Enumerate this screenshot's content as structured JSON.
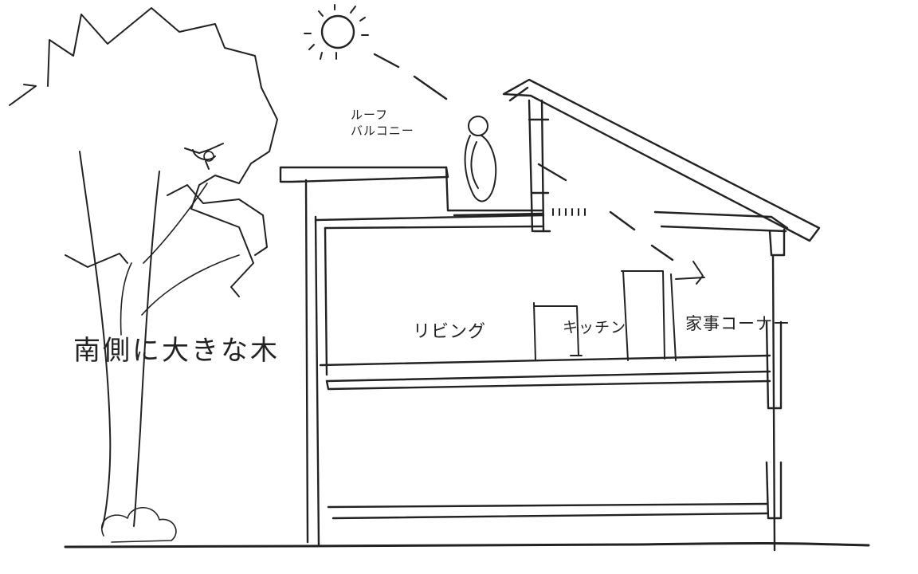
{
  "labels": {
    "tree": "南側に大きな木",
    "living": "リビング",
    "kitchen": "キッチン",
    "utility": "家事コーナー",
    "roof_balcony_line1": "ルーフ",
    "roof_balcony_line2": "バルコニー"
  },
  "colors": {
    "ink": "#222222",
    "paper": "#ffffff"
  },
  "icons": [
    "sun-icon",
    "bird-icon",
    "person-icon",
    "arrow-icon"
  ]
}
